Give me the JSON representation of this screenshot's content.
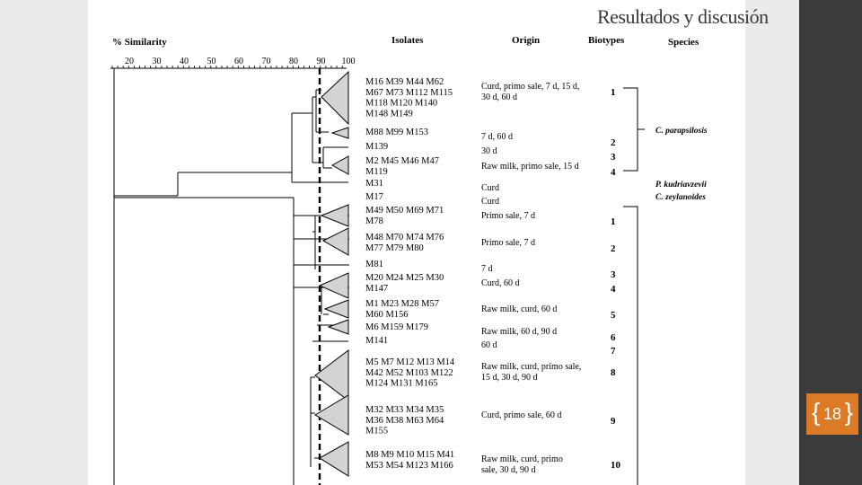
{
  "slide": {
    "title": "Resultados y discusión",
    "page_number": "18"
  },
  "figure": {
    "headers": {
      "similarity": "% Similarity",
      "isolates": "Isolates",
      "origin": "Origin",
      "biotypes": "Biotypes",
      "species": "Species"
    },
    "scale_ticks": [
      "20",
      "30",
      "40",
      "50",
      "60",
      "70",
      "80",
      "90",
      "100"
    ],
    "cutoff_similarity": 90,
    "groups": [
      {
        "lines": [
          "M16  M39  M44  M62",
          "M67 M73 M112 M115",
          "M118   M120   M140",
          "M148 M149"
        ],
        "origin": [
          "Curd, primo sale, 7 d, 15 d,",
          "30 d, 60 d"
        ],
        "biotype": "1"
      },
      {
        "lines": [
          "M88 M99 M153"
        ],
        "origin": [
          "7 d, 60 d"
        ],
        "biotype": "2"
      },
      {
        "lines": [
          "M139"
        ],
        "origin": [
          "30 d"
        ],
        "biotype": "3"
      },
      {
        "lines": [
          "M2   M45   M46   M47",
          "M119"
        ],
        "origin": [
          "Raw milk, primo sale, 15 d"
        ],
        "biotype": "4"
      },
      {
        "lines": [
          "M31"
        ],
        "origin": [
          "Curd"
        ],
        "biotype": ""
      },
      {
        "lines": [
          "M17"
        ],
        "origin": [
          "Curd"
        ],
        "biotype": ""
      },
      {
        "lines": [
          "M49   M50  M69  M71",
          "M78"
        ],
        "origin": [
          "Primo sale, 7 d"
        ],
        "biotype": "1"
      },
      {
        "lines": [
          "M48  M70  M74  M76",
          "M77 M79 M80"
        ],
        "origin": [
          "Primo sale, 7 d"
        ],
        "biotype": "2"
      },
      {
        "lines": [
          "M81"
        ],
        "origin": [
          "7 d"
        ],
        "biotype": "3"
      },
      {
        "lines": [
          "M20  M24  M25  M30",
          "M147"
        ],
        "origin": [
          "Curd, 60 d"
        ],
        "biotype": "4"
      },
      {
        "lines": [
          "M1   M23   M28   M57",
          "M60 M156"
        ],
        "origin": [
          "Raw milk, curd, 60 d"
        ],
        "biotype": "5"
      },
      {
        "lines": [
          "M6 M159 M179"
        ],
        "origin": [
          "Raw milk, 60 d, 90 d"
        ],
        "biotype": "6"
      },
      {
        "lines": [
          "M141"
        ],
        "origin": [
          "60 d"
        ],
        "biotype": "7"
      },
      {
        "lines": [
          "M5 M7 M12 M13 M14",
          "M42 M52 M103 M122",
          "M124 M131 M165"
        ],
        "origin": [
          "Raw milk, curd, primo sale,",
          "15 d, 30 d, 90 d"
        ],
        "biotype": "8"
      },
      {
        "lines": [
          "M32  M33  M34  M35",
          "M36  M38  M63  M64",
          "M155"
        ],
        "origin": [
          "Curd, primo sale, 60 d"
        ],
        "biotype": "9"
      },
      {
        "lines": [
          "M8 M9 M10 M15 M41",
          "M53 M54 M123 M166"
        ],
        "origin": [
          "Raw  milk,  curd,  primo",
          "sale, 30 d, 90 d"
        ],
        "biotype": "10"
      }
    ],
    "species": [
      "C. parapsilosis",
      "P. kudriavzevii",
      "C. zeylanoides"
    ]
  }
}
